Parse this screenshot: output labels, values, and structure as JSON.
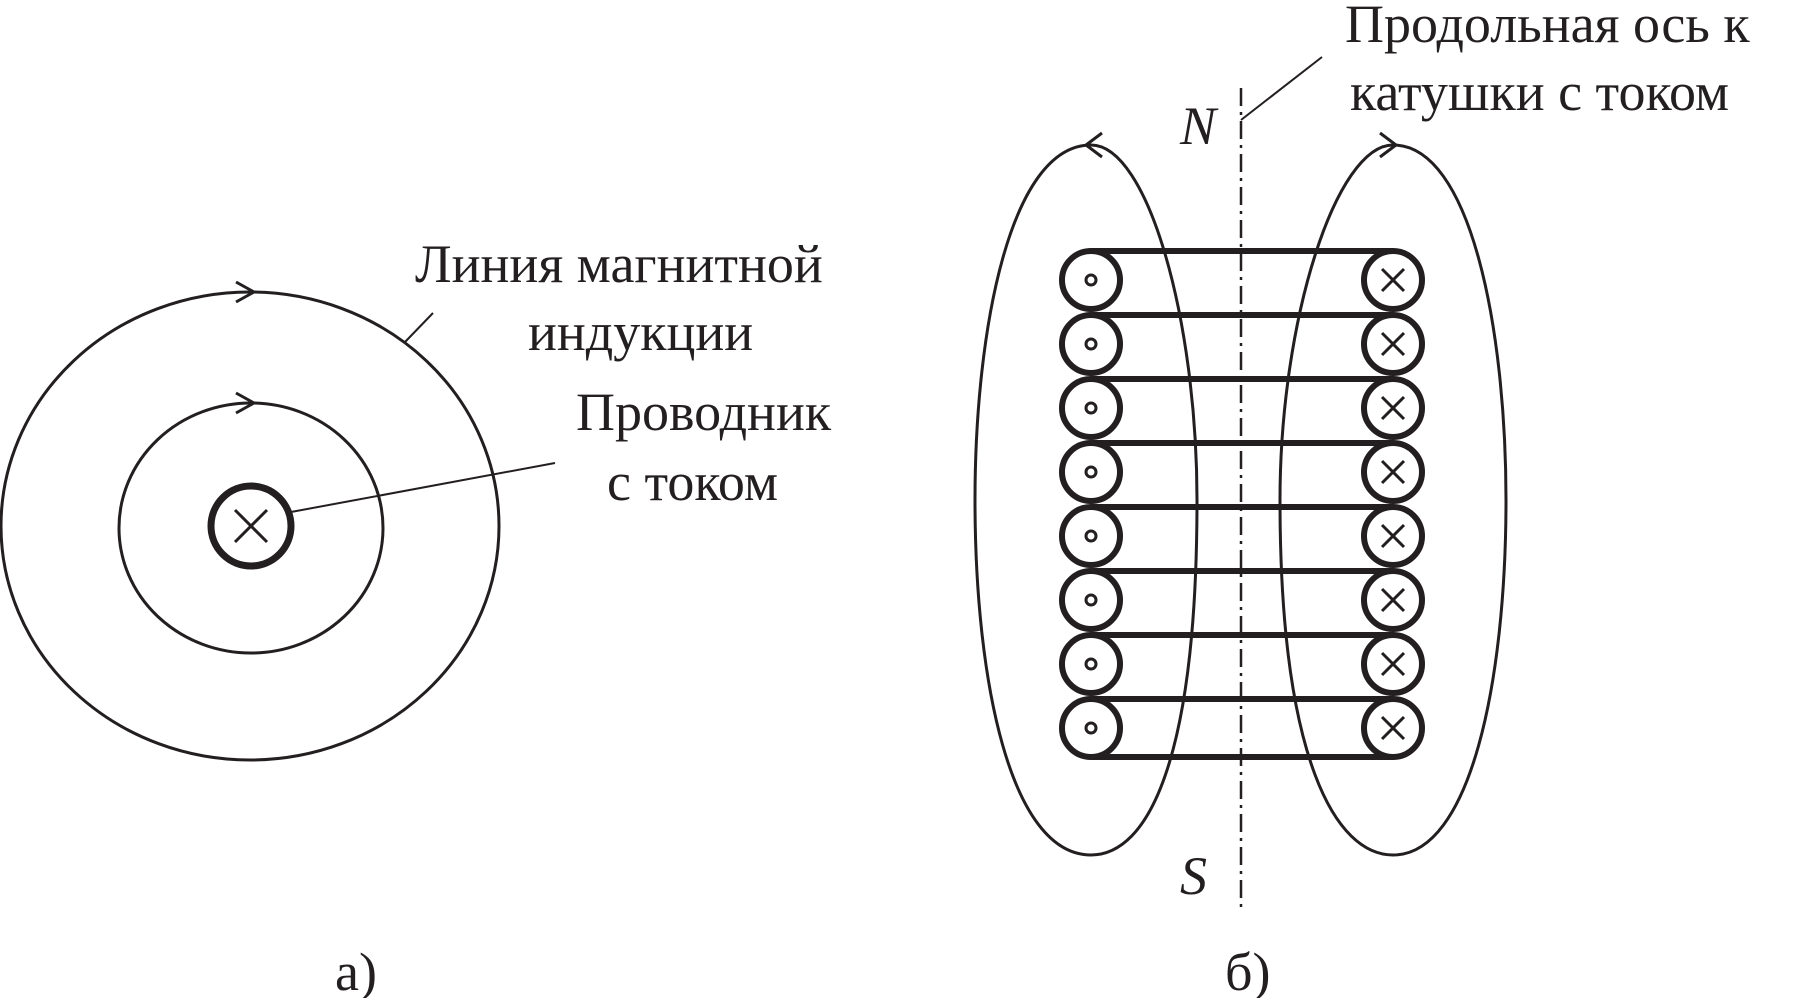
{
  "figure_a": {
    "caption": "а)",
    "label_field_line": [
      "Линия магнитной",
      "индукции"
    ],
    "label_conductor": [
      "Проводник",
      "с током"
    ]
  },
  "figure_b": {
    "caption": "б)",
    "label_axis": [
      "Продольная ось к",
      "катушки с током"
    ],
    "pole_north": "N",
    "pole_south": "S",
    "turn_count": 8
  },
  "colors": {
    "ink": "#231f20",
    "background": "#ffffff"
  }
}
